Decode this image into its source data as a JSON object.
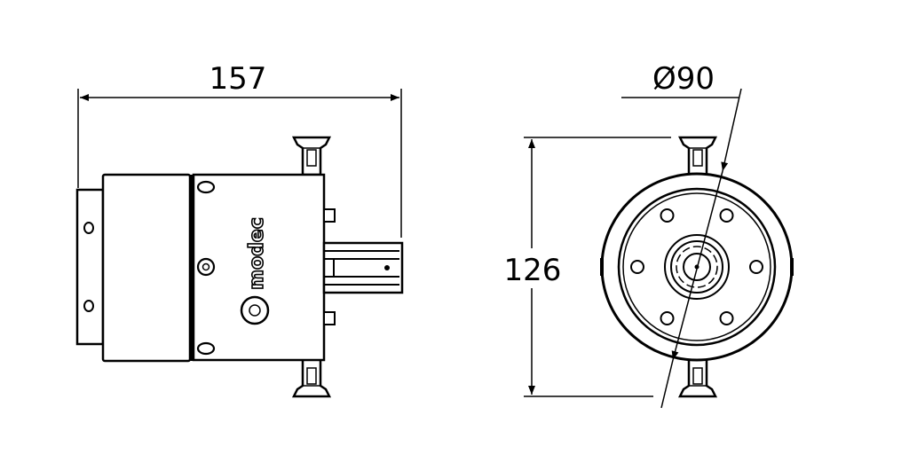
{
  "drawing": {
    "side_view": {
      "length_dimension": "157",
      "brand_logo": "modec"
    },
    "front_view": {
      "height_dimension": "126",
      "diameter_dimension": "Ø90"
    },
    "colors": {
      "line": "#000000",
      "background": "#ffffff"
    }
  }
}
